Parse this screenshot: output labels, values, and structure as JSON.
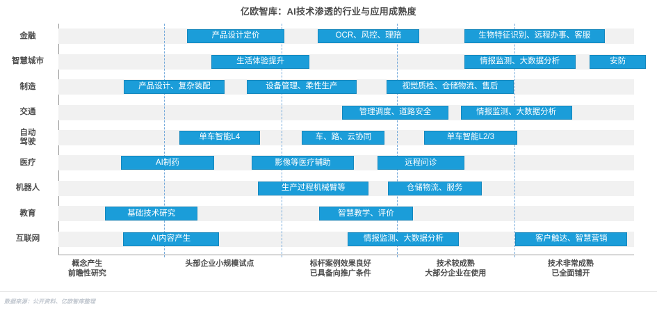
{
  "title": "亿欧智库：AI技术渗透的行业与应用成熟度",
  "footer": "数据来源：公开资料、亿欧智库整理",
  "colors": {
    "bar": "#1b9dd9",
    "bar_border": "#1587bd",
    "band": "#f1f1f1",
    "gridline": "#5b9bd5",
    "axis": "#9a9a9a",
    "title_text": "#4a4a4a",
    "label_text": "#4d4d4d",
    "footer_text": "#c2c8d0"
  },
  "chart_data": {
    "type": "bar",
    "title": "亿欧智库：AI技术渗透的行业与应用成熟度",
    "xlabel": "",
    "ylabel": "",
    "orientation": "horizontal",
    "grid": true,
    "legend": "none",
    "xlim": [
      0,
      100
    ],
    "gridlines_pct": [
      18.4,
      38.8,
      58.8,
      79.2
    ],
    "xticks": [
      {
        "label_line1": "概念产生",
        "label_line2": "前瞻性研究",
        "center_pct": 5.0
      },
      {
        "label_line1": "头部企业小规模试点",
        "label_line2": "",
        "center_pct": 28.0
      },
      {
        "label_line1": "标杆案例效果良好",
        "label_line2": "已具备向推广条件",
        "center_pct": 49.0
      },
      {
        "label_line1": "技术较成熟",
        "label_line2": "大部分企业在使用",
        "center_pct": 69.0
      },
      {
        "label_line1": "技术非常成熟",
        "label_line2": "已全面铺开",
        "center_pct": 89.0
      }
    ],
    "categories": [
      "金融",
      "智慧城市",
      "制造",
      "交通",
      "自动\n驾驶",
      "医疗",
      "机器人",
      "教育",
      "互联网"
    ],
    "rows": [
      {
        "category": "金融",
        "label_lines": [
          "金融"
        ],
        "bars": [
          {
            "text": "产品设计定价",
            "start_pct": 22.3,
            "width_pct": 17.0
          },
          {
            "text": "OCR、风控、理赔",
            "start_pct": 45.0,
            "width_pct": 17.7
          },
          {
            "text": "生物特征识别、远程办事、客服",
            "start_pct": 70.5,
            "width_pct": 24.4
          }
        ]
      },
      {
        "category": "智慧城市",
        "label_lines": [
          "智慧城市"
        ],
        "bars": [
          {
            "text": "生活体验提升",
            "start_pct": 26.6,
            "width_pct": 17.0
          },
          {
            "text": "情报监测、大数据分析",
            "start_pct": 70.5,
            "width_pct": 19.3
          },
          {
            "text": "安防",
            "start_pct": 92.3,
            "width_pct": 9.8
          }
        ]
      },
      {
        "category": "制造",
        "label_lines": [
          "制造"
        ],
        "bars": [
          {
            "text": "产品设计、复杂装配",
            "start_pct": 11.4,
            "width_pct": 17.5
          },
          {
            "text": "设备管理、柔性生产",
            "start_pct": 32.7,
            "width_pct": 19.1
          },
          {
            "text": "视觉质检、仓储物流、售后",
            "start_pct": 57.0,
            "width_pct": 22.1
          }
        ]
      },
      {
        "category": "交通",
        "label_lines": [
          "交通"
        ],
        "bars": [
          {
            "text": "管理调度、道路安全",
            "start_pct": 49.3,
            "width_pct": 18.4
          },
          {
            "text": "情报监测、大数据分析",
            "start_pct": 69.9,
            "width_pct": 19.3
          }
        ]
      },
      {
        "category": "自动驾驶",
        "label_lines": [
          "自动",
          "驾驶"
        ],
        "bars": [
          {
            "text": "单车智能L4",
            "start_pct": 21.0,
            "width_pct": 14.0
          },
          {
            "text": "车、路、云协同",
            "start_pct": 42.3,
            "width_pct": 14.4
          },
          {
            "text": "单车智能L2/3",
            "start_pct": 63.5,
            "width_pct": 16.2
          }
        ]
      },
      {
        "category": "医疗",
        "label_lines": [
          "医疗"
        ],
        "bars": [
          {
            "text": "AI制药",
            "start_pct": 10.9,
            "width_pct": 16.1
          },
          {
            "text": "影像等医疗辅助",
            "start_pct": 33.6,
            "width_pct": 17.7
          },
          {
            "text": "远程问诊",
            "start_pct": 55.4,
            "width_pct": 15.1
          }
        ]
      },
      {
        "category": "机器人",
        "label_lines": [
          "机器人"
        ],
        "bars": [
          {
            "text": "生产过程机械臂等",
            "start_pct": 34.7,
            "width_pct": 19.2
          },
          {
            "text": "仓储物流、服务",
            "start_pct": 57.2,
            "width_pct": 16.3
          }
        ]
      },
      {
        "category": "教育",
        "label_lines": [
          "教育"
        ],
        "bars": [
          {
            "text": "基础技术研究",
            "start_pct": 8.1,
            "width_pct": 16.1
          },
          {
            "text": "智慧教学、评价",
            "start_pct": 45.3,
            "width_pct": 16.3
          }
        ]
      },
      {
        "category": "互联网",
        "label_lines": [
          "互联网"
        ],
        "bars": [
          {
            "text": "AI内容产生",
            "start_pct": 11.2,
            "width_pct": 16.7
          },
          {
            "text": "情报监测、大数据分析",
            "start_pct": 50.3,
            "width_pct": 19.3
          },
          {
            "text": "客户触达、智慧营销",
            "start_pct": 79.4,
            "width_pct": 19.4
          }
        ]
      }
    ]
  }
}
